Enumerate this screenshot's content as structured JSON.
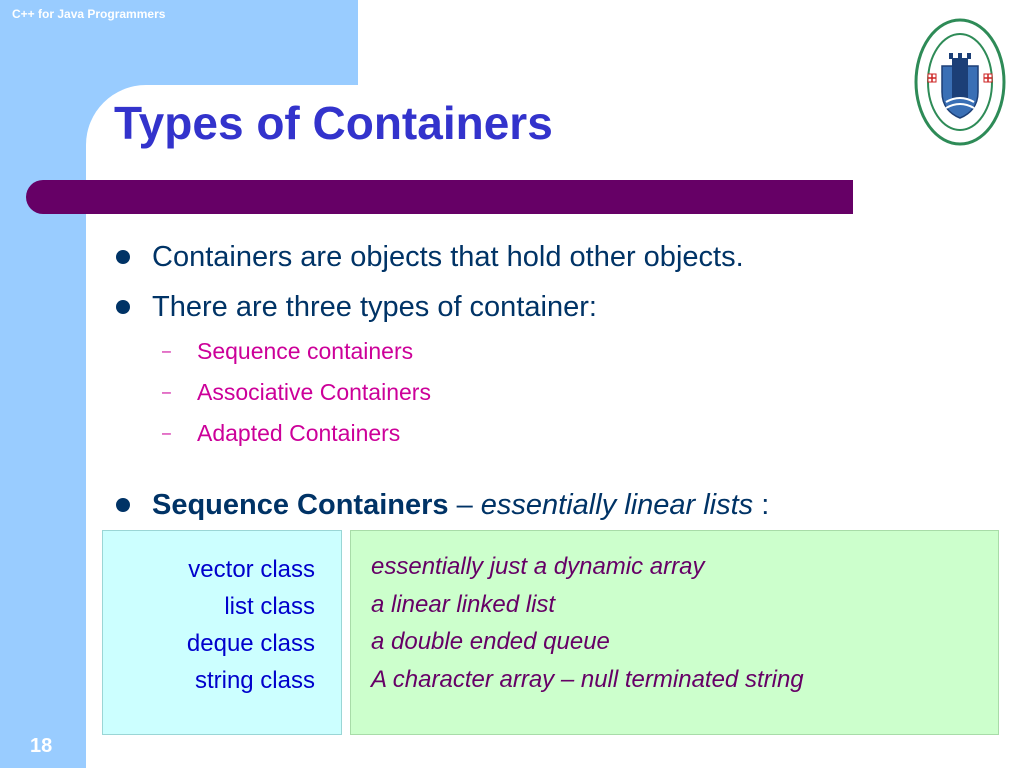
{
  "header": {
    "course": "C++ for Java Programmers"
  },
  "slide": {
    "title": "Types of Containers",
    "bullets": [
      "Containers are objects that hold other objects.",
      "There are three types of container:"
    ],
    "sub_items": [
      "Sequence containers",
      "Associative Containers",
      "Adapted Containers"
    ],
    "sub_dash": "–",
    "seq": {
      "label": "Sequence Containers",
      "dash": "–",
      "desc": "essentially linear lists",
      "colon": ":"
    },
    "table": {
      "classes": [
        "vector class",
        "list class",
        "deque class",
        "string class"
      ],
      "descriptions": [
        "essentially just a dynamic array",
        "a linear linked list",
        "a double ended queue",
        "A character array – null terminated string"
      ]
    },
    "page_number": "18"
  },
  "logo": {
    "name": "university-of-nottingham-crest"
  },
  "colors": {
    "frame": "#99ccff",
    "title": "#3333cc",
    "bar": "#660066",
    "bullet_text": "#003366",
    "sub_text": "#cc0099",
    "class_text": "#0000cc",
    "desc_text": "#660066",
    "left_box": "#ccffff",
    "right_box": "#ccffcc"
  }
}
